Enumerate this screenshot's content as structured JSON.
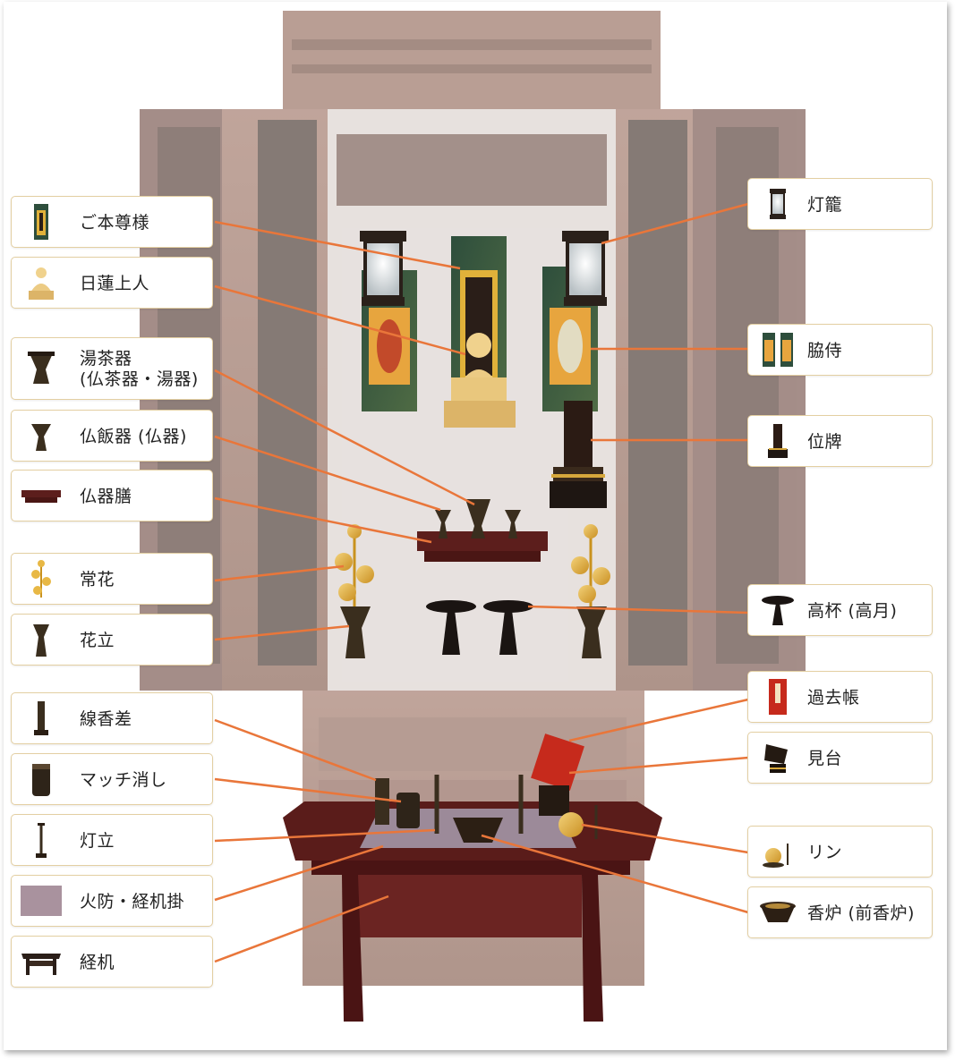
{
  "colors": {
    "leader": "#e9763a",
    "box_border": "#e3cfa2",
    "cabinet_wood": "#8a5a4a",
    "lacquer_black": "#1c1410",
    "gold": "#d7a83c"
  },
  "labels_left": [
    {
      "id": "gohonzon",
      "text": "ご本尊様",
      "icon": "scroll-icon"
    },
    {
      "id": "nichiren",
      "text": "日蓮上人",
      "icon": "statue-icon"
    },
    {
      "id": "yuchaki",
      "text": "湯茶器\n(仏茶器・湯器)",
      "icon": "tea-vessel-icon"
    },
    {
      "id": "buppanki",
      "text": "仏飯器 (仏器)",
      "icon": "rice-bowl-icon"
    },
    {
      "id": "bukkizen",
      "text": "仏器膳",
      "icon": "offering-tray-icon"
    },
    {
      "id": "jouka",
      "text": "常花",
      "icon": "lotus-flower-icon"
    },
    {
      "id": "hanatate",
      "text": "花立",
      "icon": "vase-icon"
    },
    {
      "id": "senkousashi",
      "text": "線香差",
      "icon": "incense-holder-icon"
    },
    {
      "id": "matchkeshi",
      "text": "マッチ消し",
      "icon": "match-extinguisher-icon"
    },
    {
      "id": "tootate",
      "text": "灯立",
      "icon": "candle-stand-icon"
    },
    {
      "id": "hibou",
      "text": "火防・経机掛",
      "icon": "table-cloth-icon"
    },
    {
      "id": "kyouzukue",
      "text": "経机",
      "icon": "sutra-table-icon"
    }
  ],
  "labels_right": [
    {
      "id": "tourou",
      "text": "灯籠",
      "icon": "lantern-icon"
    },
    {
      "id": "wakiji",
      "text": "脇侍",
      "icon": "side-scrolls-icon"
    },
    {
      "id": "ihai",
      "text": "位牌",
      "icon": "memorial-tablet-icon"
    },
    {
      "id": "takatsuki",
      "text": "高杯 (高月)",
      "icon": "pedestal-dish-icon"
    },
    {
      "id": "kakochou",
      "text": "過去帳",
      "icon": "death-register-icon"
    },
    {
      "id": "kendai",
      "text": "見台",
      "icon": "book-stand-icon"
    },
    {
      "id": "rin",
      "text": "リン",
      "icon": "bell-icon"
    },
    {
      "id": "kouro",
      "text": "香炉 (前香炉)",
      "icon": "incense-burner-icon"
    }
  ]
}
